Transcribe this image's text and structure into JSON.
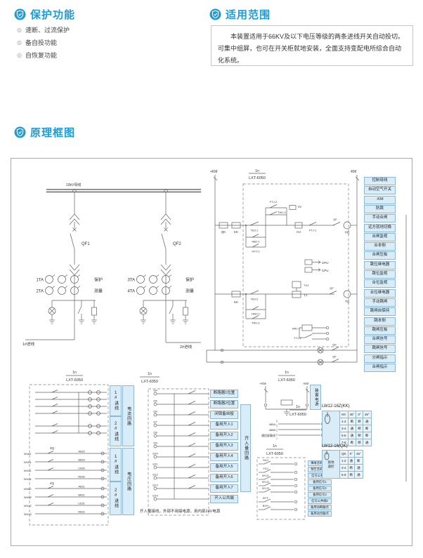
{
  "header": {
    "protection_title": "保护功能",
    "protection_items": [
      "速断、过流保护",
      "备自投功能",
      "自恢复功能"
    ],
    "scope_title": "适用范围",
    "scope_text": "本装置适用于66KV及以下电压等级的两条进线开关自动投切。可集中组屏，也可在开关柜就地安装，全面支持变配电所综合自动化系统。",
    "diagram_title": "原理框图"
  },
  "colors": {
    "accent": "#1b9cd8",
    "box_fill": "#d9edf9",
    "box_border": "#8fb7d2"
  },
  "oneline": {
    "bus_label": "10kV母线",
    "qf1": "QF1",
    "qf2": "QF2",
    "ct1": "1TA",
    "ct2": "2TA",
    "ct3": "3TA",
    "ct4": "4TA",
    "protect1": "保护",
    "measure1": "测量",
    "protect2": "保护",
    "measure2": "测量",
    "line1": "1#进线",
    "line2": "2#进线"
  },
  "control": {
    "header_num": "1n",
    "model": "LXT-6050",
    "plus_km": "+KM",
    "minus_km": "-KM",
    "qk": "QK",
    "kk": "KK",
    "tbj1": "TBJ-1",
    "hbj1": "HBJ-1",
    "hyj1": "HYJ-1",
    "ftj2": "FTJ-2",
    "twj2": "TWJ-2",
    "r2": "R2",
    "hj": "HJ",
    "ftj1": "FTJ-1",
    "qf_close": "QF",
    "hq": "HQ",
    "kk2": "KK",
    "tbj2": "TBJ-2",
    "txj": "TXJ",
    "tj": "TJ",
    "qf_trip": "QF",
    "tq": "TQ",
    "hwj1": "HWJ-1",
    "twj1": "TWJ-1",
    "hrj1": "HRJ-1",
    "tyj2": "TYJ-2",
    "cpu1": "CPU",
    "cpu2": "CPU",
    "qf_lamp1": "QF",
    "qf_lamp2": "QF",
    "right_labels": [
      "控制母线",
      "自动空气开关",
      "-KM",
      "防跳",
      "手动合闸",
      "远方就地切换",
      "合闸监视",
      "合本侧",
      "合闸压板",
      "跳位继电器",
      "跳位监视",
      "合位监视",
      "合位继电器",
      "手动跳闸",
      "跳闸自保持",
      "跳本侧",
      "跳闸压板",
      "合闸信号",
      "跳闸信号",
      "分闸指示",
      "合闸指示"
    ]
  },
  "acdc": {
    "header_num": "1n",
    "model": "LXT-6050",
    "cur_box1": "1#进线",
    "cur_box2": "2#进线",
    "cur_tall": "电流回路",
    "vol_box1": "1#进线",
    "vol_box2": "2#进线",
    "vol_tall": "电压回路",
    "fuse1": "3Q",
    "fuse2": "4Q",
    "v_wires": [
      "WVa1",
      "WVb1",
      "WVc1",
      "WVn1",
      "WVa2",
      "WVb2",
      "WVc2",
      "WVn2"
    ],
    "v_terms": [
      "A630",
      "B630",
      "C630",
      "N630",
      "A631",
      "B631",
      "C631",
      "N631"
    ]
  },
  "din": {
    "header_num": "1n",
    "model": "LXT-6050",
    "terms": [
      "Q4",
      "Q5",
      "Q6",
      "Q7",
      "Q8",
      "Q9",
      "Q10",
      "Q11",
      "Q12",
      "Q13",
      "Q14"
    ],
    "labels": [
      "断路器1位置",
      "断路器2位置",
      "闭锁备自投",
      "备用开入1",
      "备用开入2",
      "备用开入3",
      "备用开入4",
      "备用开入5",
      "备用开入6",
      "备用开入7",
      "开入公共端"
    ],
    "tall": "开入量回路",
    "note": "开入量接线，外部不用接电源，用内部24V电源"
  },
  "power": {
    "header_num": "1n",
    "model": "LXT-6050",
    "plus": "+KM",
    "minus": "-KM",
    "tall": "装置电源"
  },
  "comm": {
    "header_num": "1n",
    "model": "LXT-6050",
    "wires": [
      "485A",
      "485B",
      "通信屏蔽线"
    ],
    "terms": [
      "D51",
      "D52",
      "D53"
    ],
    "box": "通信接口"
  },
  "signal": {
    "header_num": "1n",
    "model": "LXT-6050",
    "contacts": [
      "SGJ",
      "YGJ",
      "BYJ1",
      "BYJ2",
      "BYJ3",
      "BYT",
      "BYH"
    ],
    "labels": [
      "事故音响信号",
      "预告音响信号",
      "信号公共端1",
      "备用信号1",
      "备用信号2",
      "备用信号3",
      "信号公共端2",
      "备用动断触点",
      "备用动合触点"
    ]
  },
  "lw_kk": {
    "title": "LW12-16Z(KK)",
    "header": [
      "KK",
      "45°",
      "0°",
      "45°"
    ],
    "rows": [
      [
        "1-2",
        "断",
        "断",
        "通"
      ],
      [
        "3-4",
        "通",
        "断",
        "断"
      ],
      [
        "5-6",
        "通",
        "断",
        "断"
      ],
      [
        "7-8",
        "断",
        "断",
        "通"
      ]
    ]
  },
  "lw_qk": {
    "title": "LW12-16(QK)",
    "side_top": "就地",
    "side_bottom": "遥控",
    "header": [
      "QK",
      "0°",
      "45°"
    ],
    "rows": [
      [
        "1-2",
        "通",
        "断"
      ],
      [
        "3-4",
        "断",
        "通"
      ],
      [
        "5-6",
        "断",
        "通"
      ]
    ]
  }
}
